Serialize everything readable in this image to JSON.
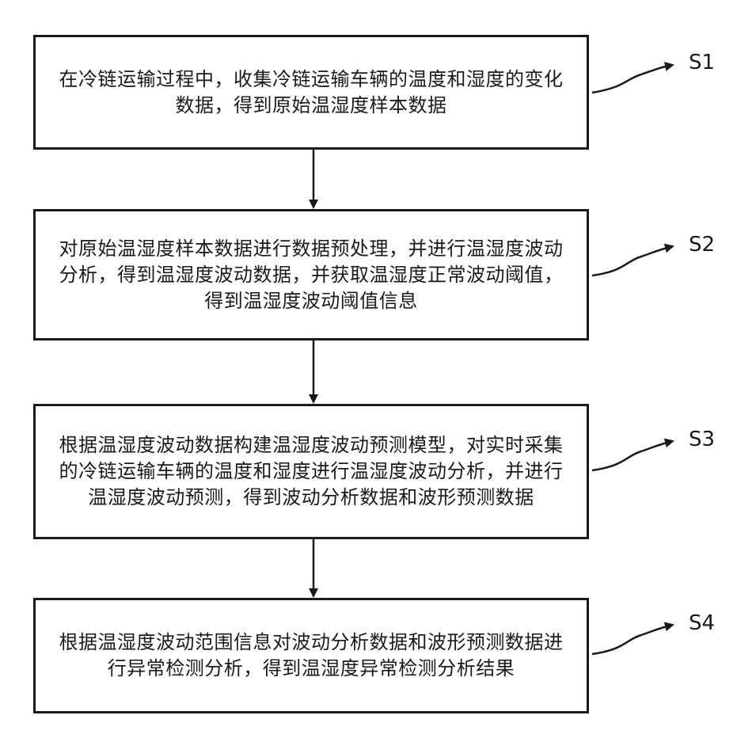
{
  "steps": [
    {
      "label": "S1",
      "text": "在冷链运输过程中，收集冷链运输车辆的温度和湿度的变化数据，得到原始温湿度样本数据"
    },
    {
      "label": "S2",
      "text": "对原始温湿度样本数据进行数据预处理，并进行温湿度波动分析，得到温湿度波动数据，并获取温湿度正常波动阈值，得到温湿度波动阈值信息"
    },
    {
      "label": "S3",
      "text": "根据温湿度波动数据构建温湿度波动预测模型，对实时采集的冷链运输车辆的温度和湿度进行温湿度波动分析，并进行温湿度波动预测，得到波动分析数据和波形预测数据"
    },
    {
      "label": "S4",
      "text": "根据温湿度波动范围信息对波动分析数据和波形预测数据进行异常检测分析，得到温湿度异常检测分析结果"
    }
  ],
  "colors": {
    "line": "#1a1a1a",
    "background": "#ffffff"
  }
}
